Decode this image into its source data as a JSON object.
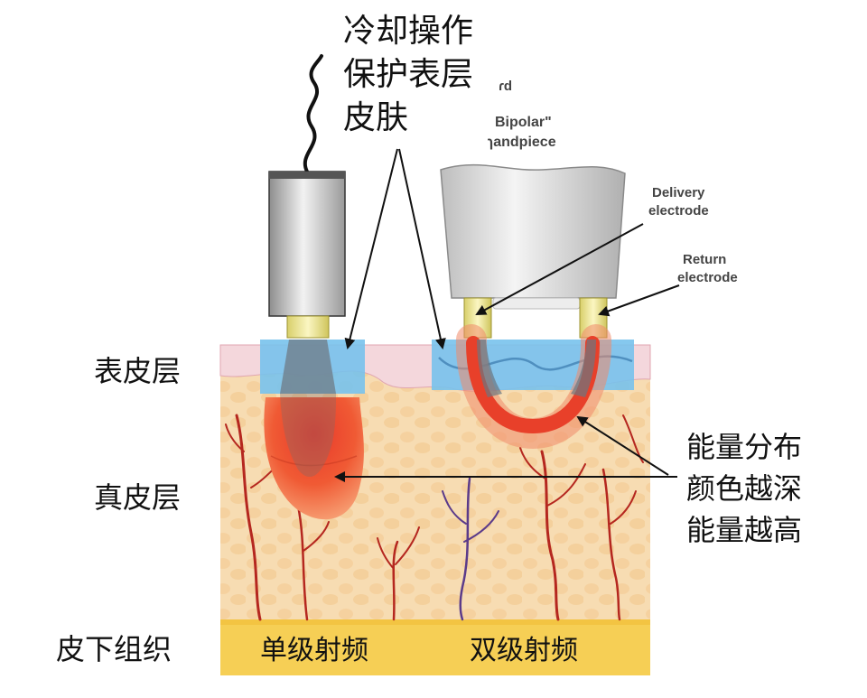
{
  "labels": {
    "cooling_line1": "冷却操作",
    "cooling_line2": "保护表层",
    "cooling_line3": "皮肤",
    "cropped_text": "ɾd",
    "bipolar_line1": "Bipolar\"",
    "bipolar_line2": "ɿandpiece",
    "delivery_line1": "Delivery",
    "delivery_line2": "electrode",
    "return_line1": "Return",
    "return_line2": "electrode",
    "epidermis": "表皮层",
    "dermis": "真皮层",
    "subcutaneous": "皮下组织",
    "energy_line1": "能量分布",
    "energy_line2": "颜色越深",
    "energy_line3": "能量越高",
    "monopolar_rf": "单级射频",
    "bipolar_rf": "双级射频"
  },
  "colors": {
    "skin_dermis": "#f6d3a6",
    "epidermis": "#f4d9df",
    "subcutaneous": "#f5cf56",
    "cooling_zone": "#7ec3ea",
    "energy_deep": "#ee4b2b",
    "energy_light": "#f7a07a",
    "vessel": "#b5271f",
    "vessel_blue": "#5b3b8a",
    "handpiece_gray": "#c7c7c7"
  }
}
